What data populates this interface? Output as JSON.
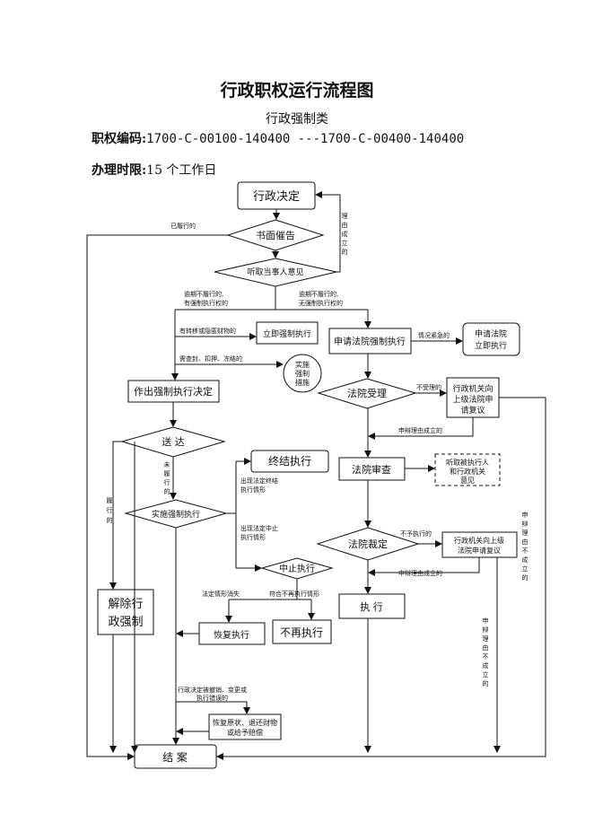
{
  "title": "行政职权运行流程图",
  "subtitle": "行政强制类",
  "code_label": "职权编码:",
  "code_value": "1700-C-00100-140400 ---1700-C-00400-140400",
  "time_label": "办理时限:",
  "time_value": "15 个工作日",
  "nodes": {
    "decision": "行政决定",
    "urge": "书面催告",
    "hear_party": "听取当事人意见",
    "immediate": "立即强制执行",
    "apply_court": "申请法院强制执行",
    "apply_court_now": [
      "申请法院",
      "立即执行"
    ],
    "measures": [
      "实施",
      "强制",
      "措施"
    ],
    "make_decision": "作出强制执行决定",
    "accept": "法院受理",
    "reconsider": [
      "行政机关向",
      "上级法院申",
      "请复议"
    ],
    "deliver": "送 达",
    "terminate": "终结执行",
    "court_review": "法院审查",
    "hear_both": [
      "听取被执行人",
      "和行政机关",
      "意见"
    ],
    "implement": "实施强制执行",
    "ruling": "法院裁定",
    "reconsider2": [
      "行政机关向上级",
      "法院申请复议"
    ],
    "suspend": "中止执行",
    "lift": [
      "解除行",
      "政强制"
    ],
    "execute": "执 行",
    "resume": "恢复执行",
    "no_exec": "不再执行",
    "restore": [
      "恢复原状、退还财物",
      "或给予赔偿"
    ],
    "close": "结 案"
  },
  "labels": {
    "performed": "已履行的",
    "reason": [
      "理",
      "由",
      "成",
      "立",
      "的"
    ],
    "overdue_power": [
      "逾期不履行的,",
      "有强制执行权的"
    ],
    "overdue_nopower": [
      "逾期不履行的,",
      "无强制执行权的"
    ],
    "transfer": "有转移或隐匿财物的",
    "seize": "需查封、扣押、冻结的",
    "urgent": "情况紧急的",
    "not_accepted": "不受理的",
    "reason_valid": "申辩理由成立的",
    "not_performed": [
      "未",
      "履",
      "行",
      "的"
    ],
    "performed_v": [
      "履",
      "行",
      "的"
    ],
    "term_cond": [
      "出现法定终结",
      "执行情形"
    ],
    "susp_cond": [
      "出现法定中止",
      "执行情形"
    ],
    "not_execute": "不予执行的",
    "reason_valid2": "申辩理由成立的",
    "reason_invalid_v": [
      "申",
      "辩",
      "理",
      "由",
      "不",
      "成",
      "立",
      "的"
    ],
    "reason_invalid_v2": [
      "申",
      "辩",
      "理",
      "由",
      "不",
      "成",
      "立",
      "的"
    ],
    "cond_gone": "法定情形消失",
    "no_need": "符合不再执行情形",
    "revoked": [
      "行政决定被撤销、变更或",
      "执行错误的"
    ]
  }
}
